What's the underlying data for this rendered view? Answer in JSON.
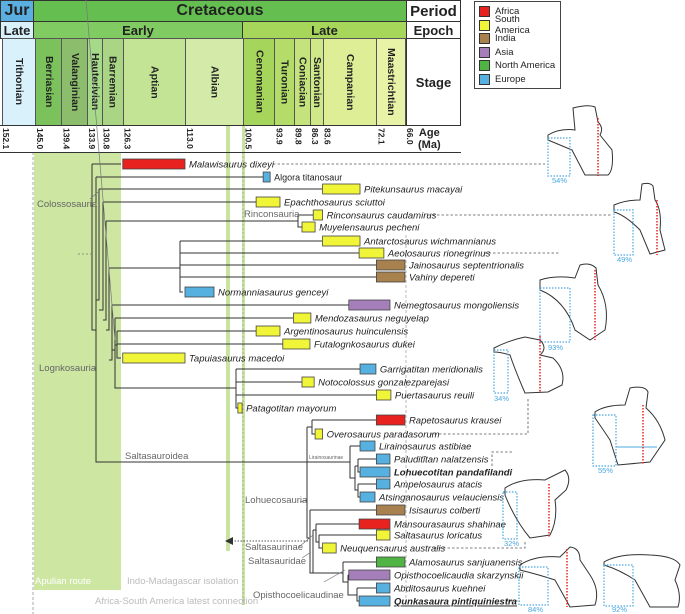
{
  "header": {
    "period_jur": "Jur",
    "period_cretaceous": "Cretaceous",
    "period_label": "Period",
    "epoch_late_jur": "Late",
    "epoch_early": "Early",
    "epoch_late": "Late",
    "epoch_label": "Epoch",
    "stage_label": "Stage",
    "age_label": "Age",
    "age_unit": "(Ma)",
    "colors": {
      "jur": "#5aaee0",
      "cretaceous": "#64bf50",
      "early": "#80cb62",
      "late": "#a6d75a"
    }
  },
  "stages": [
    {
      "name": "Tithonian",
      "start": 152.1,
      "end": 145.0,
      "color": "#d9f1fa"
    },
    {
      "name": "Berriasian",
      "start": 145.0,
      "end": 139.4,
      "color": "#7cc25c"
    },
    {
      "name": "Valanginian",
      "start": 139.4,
      "end": 133.9,
      "color": "#8cbd6c"
    },
    {
      "name": "Hauterivian",
      "start": 133.9,
      "end": 130.8,
      "color": "#a6d98a"
    },
    {
      "name": "Barremian",
      "start": 130.8,
      "end": 126.3,
      "color": "#a9d585"
    },
    {
      "name": "Aptian",
      "start": 126.3,
      "end": 113.0,
      "color": "#c3e495"
    },
    {
      "name": "Albian",
      "start": 113.0,
      "end": 100.5,
      "color": "#d3eaa8"
    },
    {
      "name": "Cenomanian",
      "start": 100.5,
      "end": 93.9,
      "color": "#a5d55a"
    },
    {
      "name": "Turonian",
      "start": 93.9,
      "end": 89.8,
      "color": "#b4dc69"
    },
    {
      "name": "Coniacian",
      "start": 89.8,
      "end": 86.3,
      "color": "#c4e37d"
    },
    {
      "name": "Santonian",
      "start": 86.3,
      "end": 83.6,
      "color": "#cfe888"
    },
    {
      "name": "Campanian",
      "start": 83.6,
      "end": 72.1,
      "color": "#ddee96"
    },
    {
      "name": "Maastrichtian",
      "start": 72.1,
      "end": 66.0,
      "color": "#e9f3a8"
    }
  ],
  "ages": [
    "152.1",
    "145.0",
    "139.4",
    "133.9",
    "130.8",
    "126.3",
    "113.0",
    "100.5",
    "93.9",
    "89.8",
    "86.3",
    "83.6",
    "72.1",
    "66.0"
  ],
  "legend": [
    {
      "label": "Africa",
      "color": "#e8221f"
    },
    {
      "label": "South America",
      "color": "#f0f537"
    },
    {
      "label": "India",
      "color": "#a8814f"
    },
    {
      "label": "Asia",
      "color": "#a47fba"
    },
    {
      "label": "North America",
      "color": "#4fb444"
    },
    {
      "label": "Europe",
      "color": "#56b0e0"
    }
  ],
  "taxa": [
    {
      "name": "Malawisaurus dixeyi",
      "region": "Africa",
      "range": [
        126.3,
        113.0
      ]
    },
    {
      "name": "Algora titanosaur",
      "region": "Europe",
      "range": [
        96.3,
        94.8
      ]
    },
    {
      "name": "Pitekunsaurus macayai",
      "region": "South America",
      "range": [
        83.6,
        75.6
      ]
    },
    {
      "name": "Epachthosaurus sciuttoi",
      "region": "South America",
      "range": [
        97.8,
        92.7
      ]
    },
    {
      "name": "Rinconsaurus caudamirus",
      "region": "South America",
      "range": [
        85.6,
        83.6
      ]
    },
    {
      "name": "Muyelensaurus pecheni",
      "region": "South America",
      "range": [
        88.0,
        85.2
      ]
    },
    {
      "name": "Antarctosaurus wichmannianus",
      "region": "South America",
      "range": [
        83.6,
        75.6
      ]
    },
    {
      "name": "Aeolosaurus rionegrinus",
      "region": "South America",
      "range": [
        75.8,
        70.5
      ]
    },
    {
      "name": "Jainosaurus septentrionalis",
      "region": "India",
      "range": [
        72.1,
        66.0
      ]
    },
    {
      "name": "Vahiny depereti",
      "region": "India",
      "range": [
        72.1,
        66.0
      ]
    },
    {
      "name": "Normanniasaurus genceyi",
      "region": "Europe",
      "range": [
        113.0,
        106.8
      ]
    },
    {
      "name": "Nemegtosaurus mongoliensis",
      "region": "Asia",
      "range": [
        78.0,
        69.2
      ]
    },
    {
      "name": "Mendozasaurus neguyelap",
      "region": "South America",
      "range": [
        89.8,
        86.1
      ]
    },
    {
      "name": "Argentinosaurus huinculensis",
      "region": "South America",
      "range": [
        97.8,
        92.7
      ]
    },
    {
      "name": "Futalognkosaurus dukei",
      "region": "South America",
      "range": [
        92.1,
        86.3
      ]
    },
    {
      "name": "Tapuiasaurus macedoi",
      "region": "South America",
      "range": [
        126.3,
        113.0
      ]
    },
    {
      "name": "Garrigatitan meridionalis",
      "region": "Europe",
      "range": [
        75.6,
        72.2
      ]
    },
    {
      "name": "Notocolossus gonzalezparejasi",
      "region": "South America",
      "range": [
        88.0,
        85.4
      ]
    },
    {
      "name": "Puertasaurus reuili",
      "region": "South America",
      "range": [
        72.1,
        69.0
      ]
    },
    {
      "name": "Patagotitan mayorum",
      "region": "South America",
      "range": [
        101.7,
        100.8
      ]
    },
    {
      "name": "Rapetosaurus krausei",
      "region": "Africa",
      "range": [
        72.1,
        66.0
      ]
    },
    {
      "name": "Overosaurus paradasorum",
      "region": "South America",
      "range": [
        85.2,
        83.6
      ]
    },
    {
      "name": "Lirainosaurus astibiae",
      "region": "Europe",
      "range": [
        75.6,
        72.4
      ]
    },
    {
      "name": "Paluditītan nalatzensis",
      "region": "Europe",
      "range": [
        72.1,
        69.2
      ]
    },
    {
      "name": "Lohuecotitan pandafilandi",
      "region": "Europe",
      "range": [
        75.6,
        69.2
      ],
      "style": "bold"
    },
    {
      "name": "Ampelosaurus atacis",
      "region": "Europe",
      "range": [
        72.1,
        69.2
      ]
    },
    {
      "name": "Atsinganosaurus velauciensis",
      "region": "Europe",
      "range": [
        75.6,
        72.4
      ]
    },
    {
      "name": "Isisaurus colberti",
      "region": "India",
      "range": [
        72.1,
        66.0
      ]
    },
    {
      "name": "Mansourasaurus shahinae",
      "region": "Africa",
      "range": [
        75.8,
        69.2
      ]
    },
    {
      "name": "Saltasaurus loricatus",
      "region": "South America",
      "range": [
        72.1,
        69.2
      ]
    },
    {
      "name": "Neuquensaurus australis",
      "region": "South America",
      "range": [
        83.6,
        80.7
      ]
    },
    {
      "name": "Alamosaurus sanjuanensis",
      "region": "North America",
      "range": [
        72.1,
        66.0
      ]
    },
    {
      "name": "Opisthocoelicaudia skarzynskii",
      "region": "Asia",
      "range": [
        78.0,
        69.2
      ]
    },
    {
      "name": "Abditosaurus kuehnei",
      "region": "Europe",
      "range": [
        72.1,
        69.2
      ]
    },
    {
      "name": "Qunkasaura pintiquiniestra",
      "region": "Europe",
      "range": [
        75.8,
        69.2
      ],
      "style": "bold-underline"
    }
  ],
  "clades": {
    "colossosauria": "Colossosauria",
    "rinconsauria": "Rinconsauria",
    "lognkosauria": "Lognkosauria",
    "saltasauroidea": "Saltasauroidea",
    "lirainosaurinae": "Lirainosaurinae",
    "lohuecosauria": "Lohuecosauria",
    "saltasaurinae": "Saltasaurinae",
    "saltasauridae": "Saltasauridae",
    "opisthocoelicaudinae": "Opisthocoelicaudinae"
  },
  "events": {
    "apulian": "Apulian route",
    "indo_madagascar": "Indo-Madagascar isolation",
    "africa_sa": "Africa-South America latest connection"
  },
  "vertebra_percentages": [
    "54%",
    "49%",
    "93%",
    "34%",
    "55%",
    "32%",
    "84%",
    "92%"
  ]
}
